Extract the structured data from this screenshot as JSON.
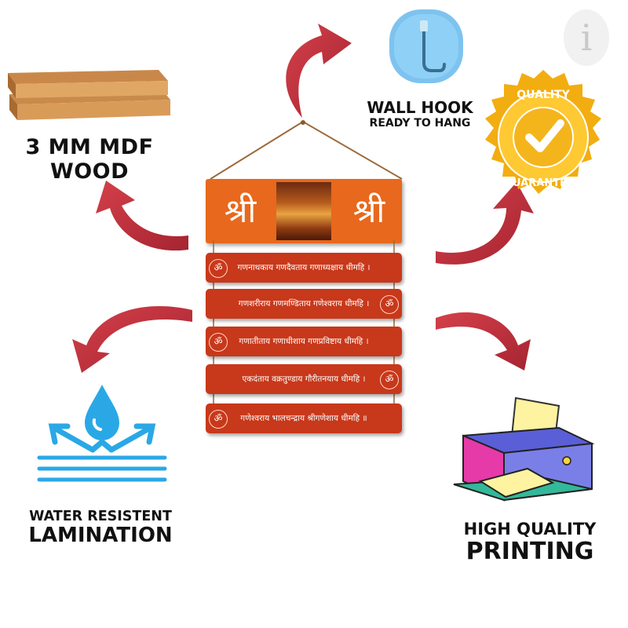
{
  "labels": {
    "wood_line1": "3 MM MDF",
    "wood_line2": "WOOD",
    "hook_line1": "WALL HOOK",
    "hook_line2": "READY TO HANG",
    "water_line1": "WATER RESISTENT",
    "water_line2": "LAMINATION",
    "print_line1": "HIGH QUALITY",
    "print_line2": "PRINTING"
  },
  "badge": {
    "top_text": "QUALITY",
    "bottom_text": "GUARANTEED",
    "color": "#f5b818"
  },
  "product": {
    "top_panel_color": "#e8681d",
    "plank_color": "#c8381a",
    "top_panel_symbol": "श्री",
    "planks": [
      "गणनाथकाय गणदैवताय गणाध्यक्षाय धीमहि ।",
      "गणशरीराय गणमण्डिताय गणेश्वराय धीमहि ।",
      "गणातीताय गणाधीशाय गणप्रविष्टाय धीमहि ।",
      "एकदंताय वक्रतुण्डाय गौरीतनयाय धीमहि ।",
      "गणेश्वराय भालचन्द्राय श्रीगणेशाय धीमहि ॥"
    ]
  },
  "icons": {
    "arrows": "curved-arrow-icon",
    "accent_arrow_color": "#c0303a",
    "water_color": "#2aa8e6"
  },
  "logo": {
    "letter": "i"
  }
}
